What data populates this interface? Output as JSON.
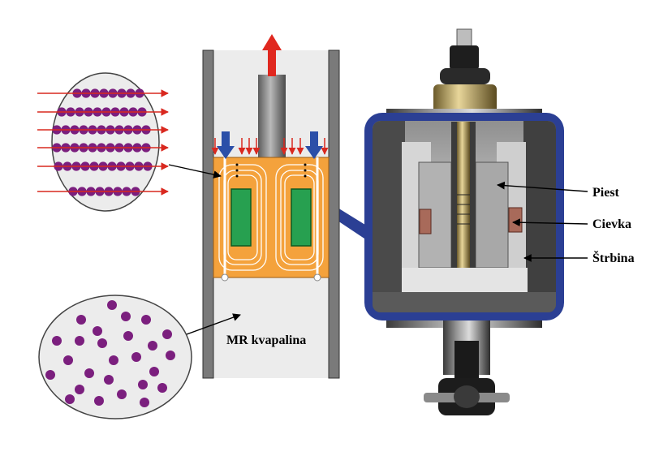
{
  "labels": {
    "piest": "Piest",
    "cievka": "Cievka",
    "strbina": "Štrbina",
    "mr_fluid": "MR kvapalina"
  },
  "colors": {
    "fluid_background": "#ececec",
    "wall": "#7a7a7a",
    "piston_core": "#f4a23c",
    "coil": "#27a050",
    "particle": "#7b1f7e",
    "field_arrow": "#d9281f",
    "flow_arrow": "#2b4fa8",
    "photo_frame": "#2b3f94"
  },
  "icons": {
    "motion": "red-up-arrow-icon",
    "flow": "blue-down-arrow-icon",
    "field": "red-right-arrow-icon"
  }
}
